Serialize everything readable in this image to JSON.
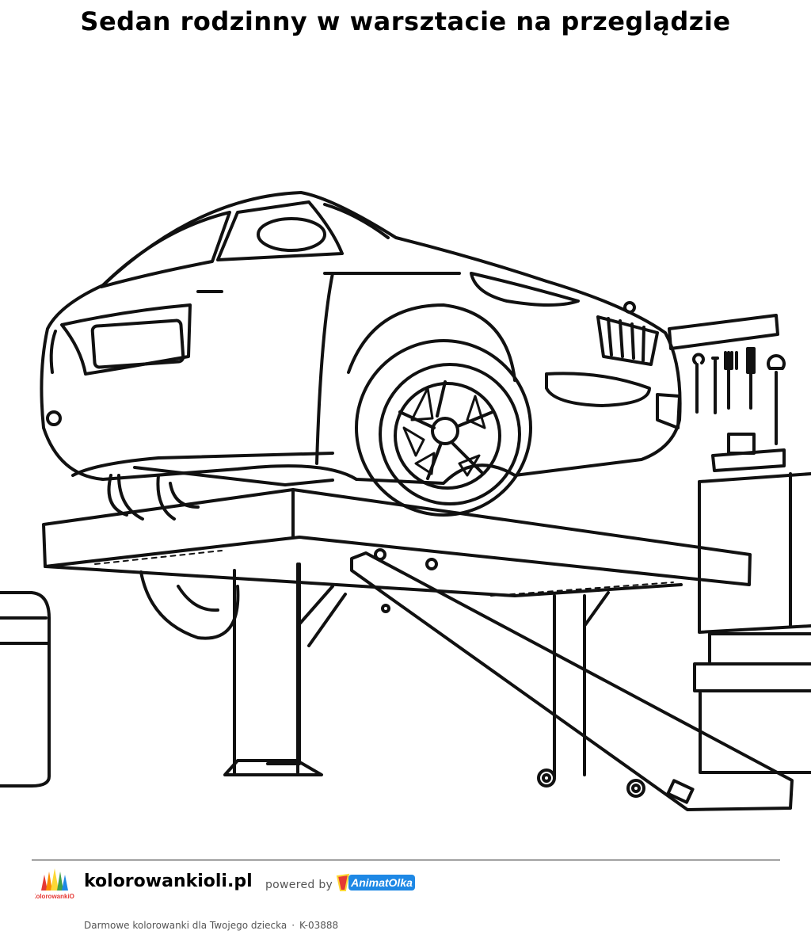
{
  "page": {
    "title": "Sedan rodzinny w warsztacie na przeglądzie"
  },
  "illustration": {
    "subject": "car-on-lift-line-art",
    "stroke_color": "#111111"
  },
  "footer": {
    "site_name": "kolorowankioli.pl",
    "powered_by": "powered by",
    "site_logo_text": "KolorowankiOli",
    "partner_logo_text": "AnimatOlka",
    "tagline": "Darmowe kolorowanki dla Twojego dziecka",
    "separator": "·",
    "code": "K-03888",
    "colors": {
      "partner_blue": "#1e88e5",
      "partner_red": "#e53935",
      "partner_yellow": "#fdd835",
      "muted_text": "#555555"
    }
  }
}
